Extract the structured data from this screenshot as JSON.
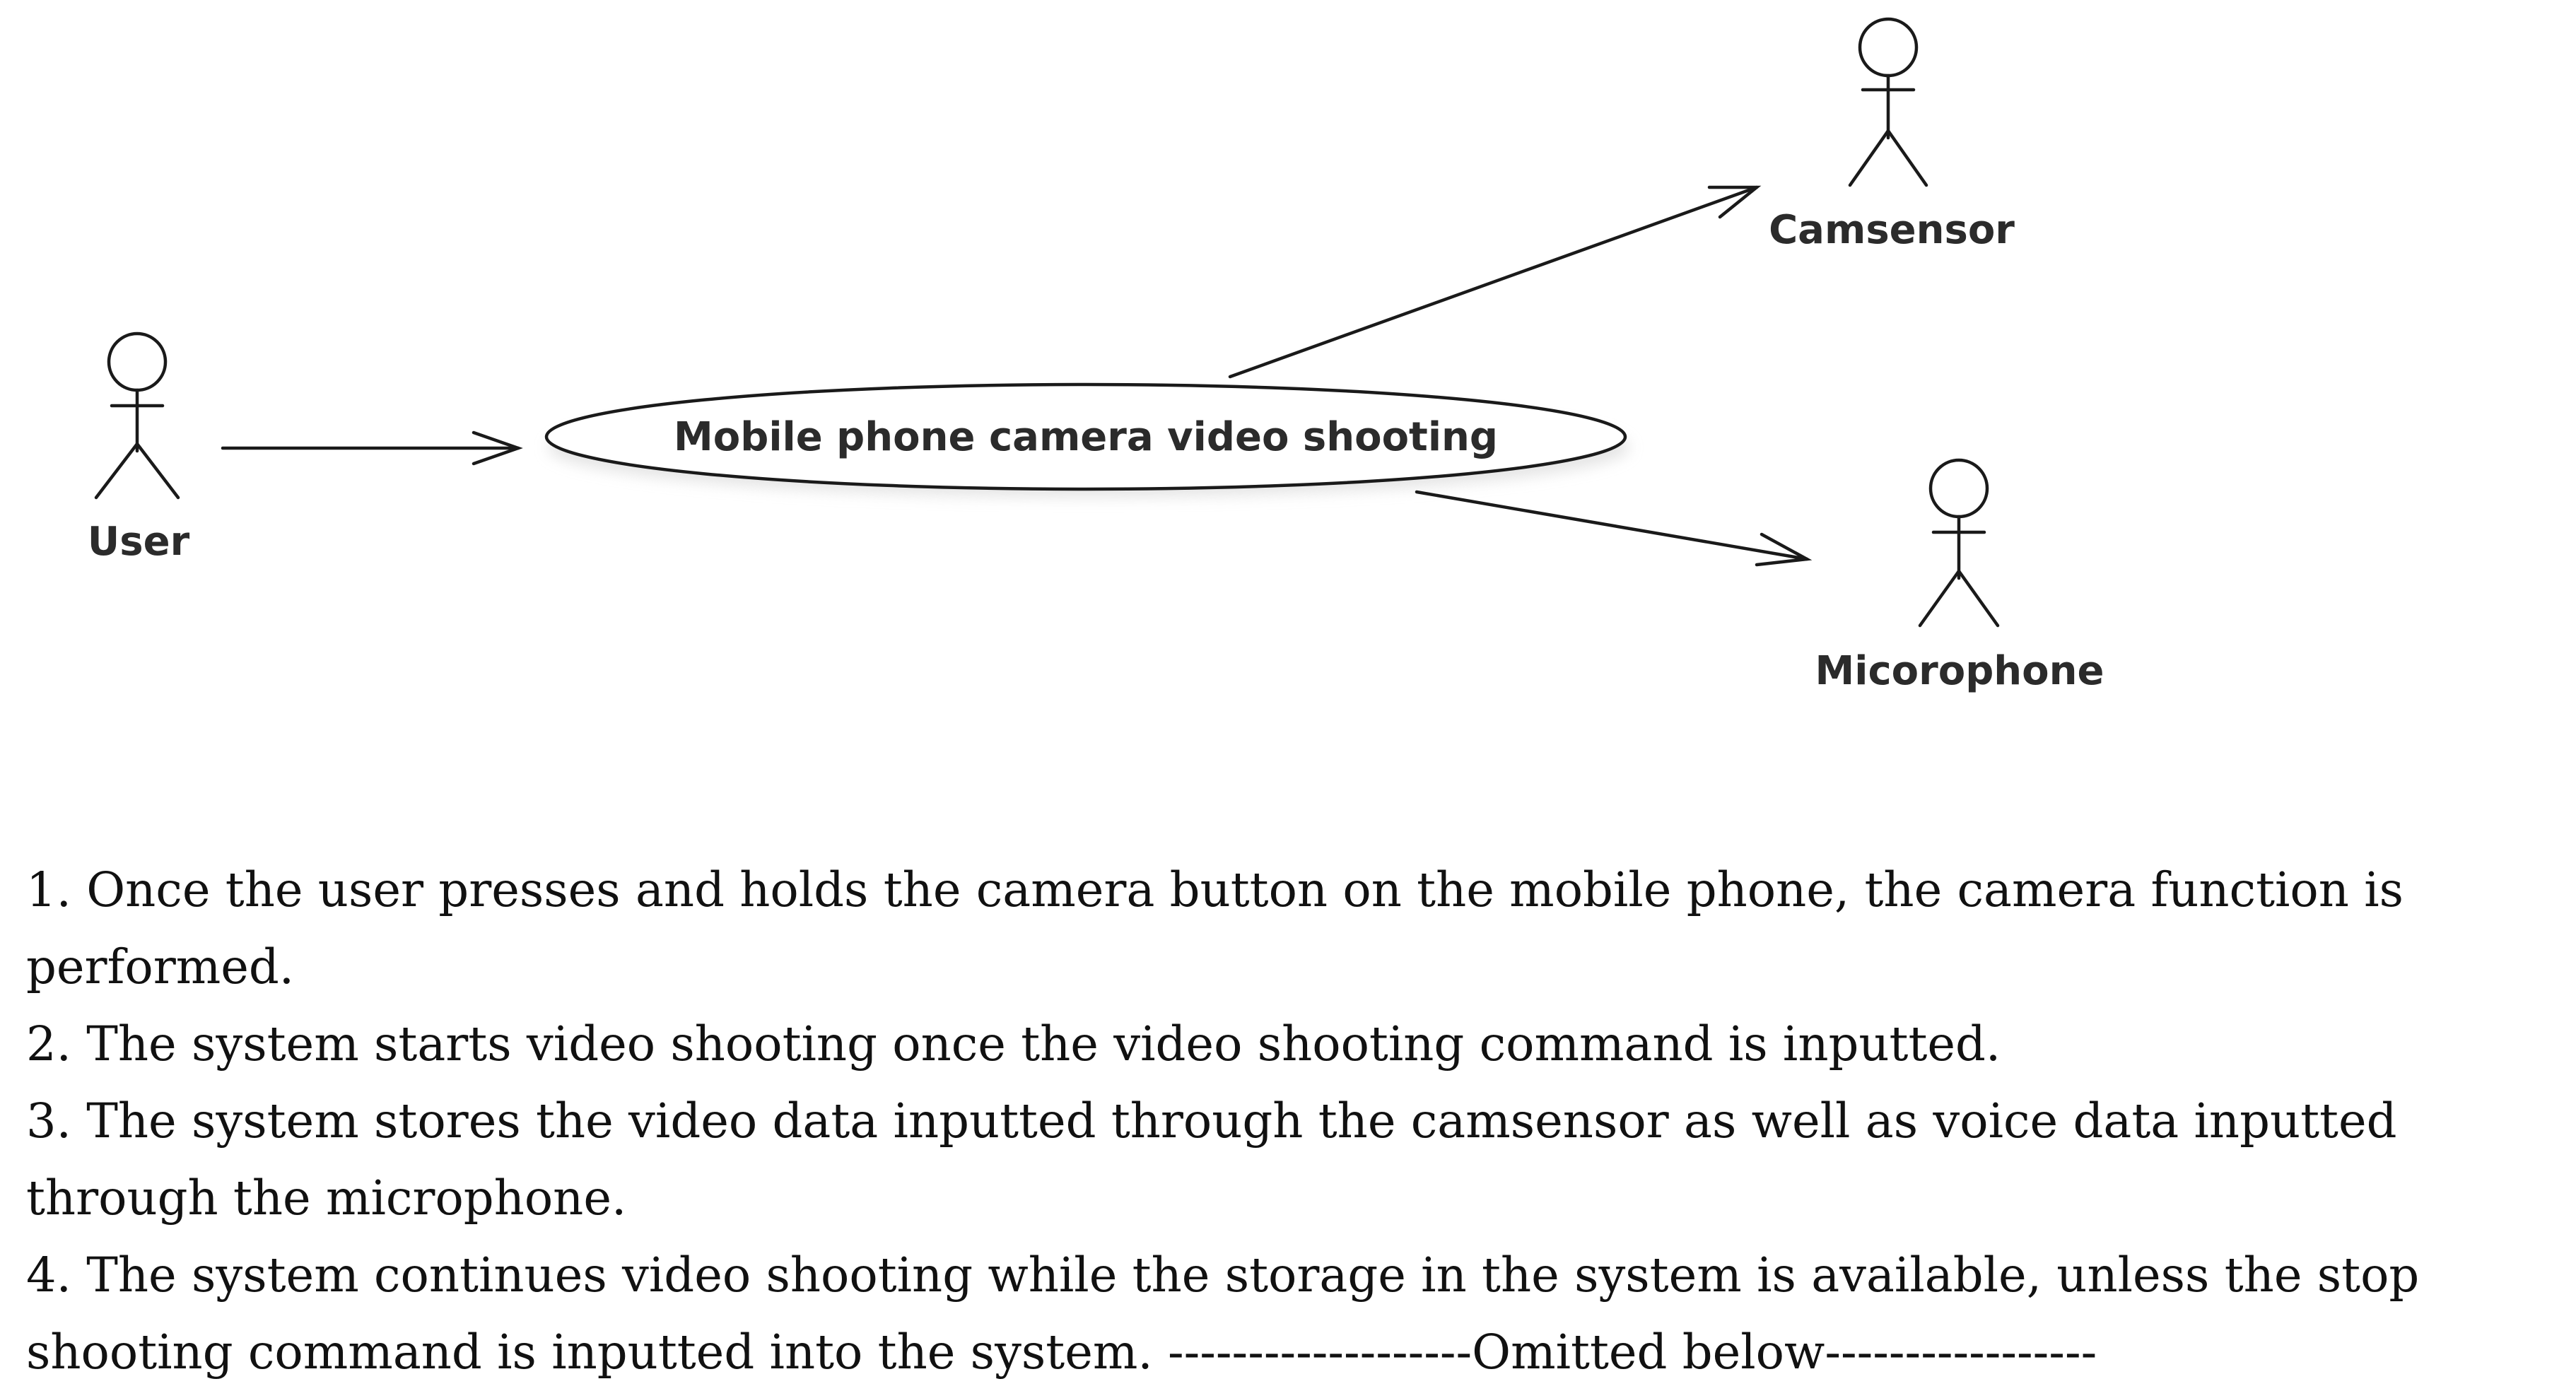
{
  "actors": {
    "user": "User",
    "camsensor": "Camsensor",
    "microphone": "Micorophone"
  },
  "use_case": {
    "label": "Mobile phone camera video shooting"
  },
  "description": {
    "steps": [
      "1. Once the user presses and holds the camera button on the mobile phone, the camera function is performed.",
      "2. The system starts video shooting once the video shooting command is inputted.",
      "3. The system stores the video data inputted through the camsensor as well as voice data inputted through the microphone.",
      "4. The system continues video shooting while the storage in the system is available, unless the stop shooting command is inputted into the system. -------------------Omitted below-----------------"
    ]
  }
}
